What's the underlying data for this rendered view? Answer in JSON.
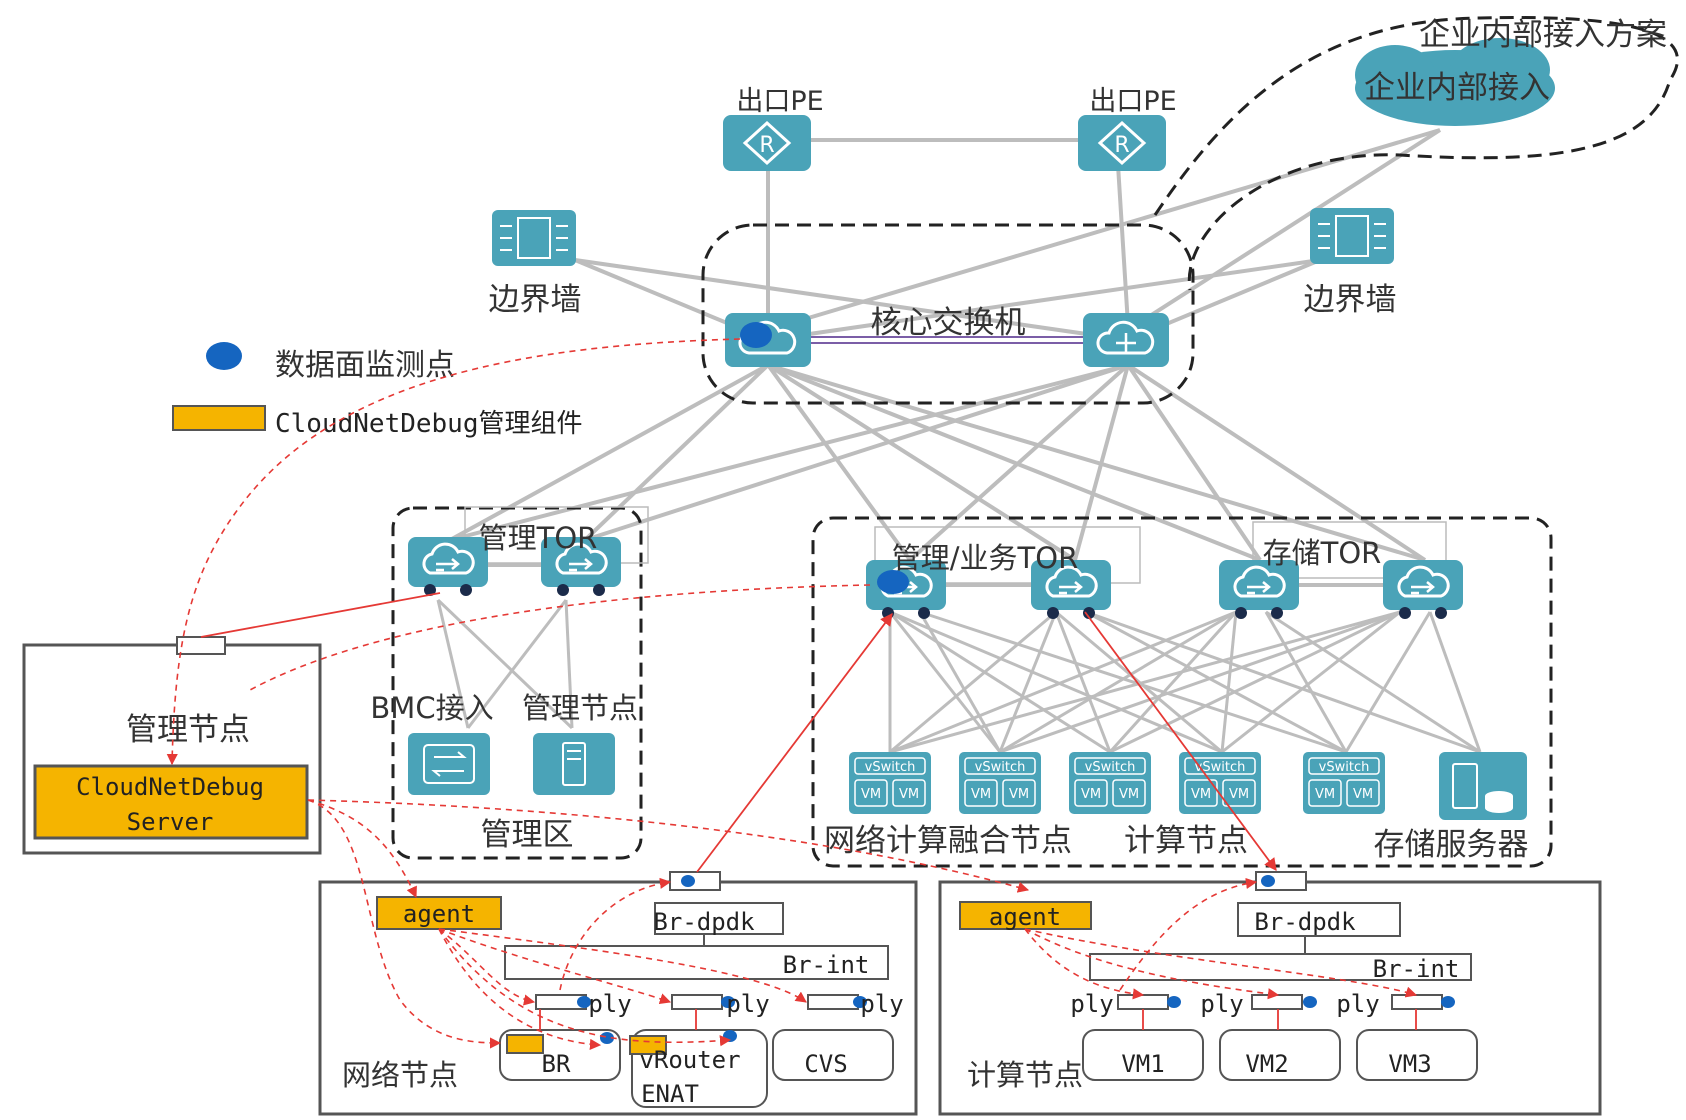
{
  "labels": {
    "enterprise_solution": "企业内部接入方案",
    "enterprise_access": "企业内部接入",
    "pe_left": "出口PE",
    "pe_right": "出口PE",
    "firewall_left": "边界墙",
    "firewall_right": "边界墙",
    "core_switch": "核心交换机",
    "legend_probe": "数据面监测点",
    "legend_component": "CloudNetDebug管理组件",
    "mgmt_tor": "管理TOR",
    "biz_tor": "管理/业务TOR",
    "storage_tor": "存储TOR",
    "bmc": "BMC接入",
    "mgmt_node_small": "管理节点",
    "mgmt_zone": "管理区",
    "mgmt_node_box": "管理节点",
    "server_line1": "CloudNetDebug",
    "server_line2": "Server",
    "converged_node": "网络计算融合节点",
    "compute_node_top": "计算节点",
    "storage_server": "存储服务器",
    "vswitch": "vSwitch",
    "vm": "VM",
    "agent_left": "agent",
    "agent_right": "agent",
    "br_dpdk_left": "Br-dpdk",
    "br_dpdk_right": "Br-dpdk",
    "br_int_left": "Br-int",
    "br_int_right": "Br-int",
    "ply": "ply",
    "br": "BR",
    "vrouter_line1": "vRouter",
    "vrouter_line2": "ENAT",
    "cvs": "CVS",
    "network_node": "网络节点",
    "compute_node_bottom": "计算节点",
    "vm1": "VM1",
    "vm2": "VM2",
    "vm3": "VM3"
  },
  "colors": {
    "device_teal": "#4aa3b8",
    "probe_blue": "#1565c0",
    "component_yellow": "#f5b400",
    "link_gray": "#bdbdbd",
    "trace_red": "#e53935"
  }
}
